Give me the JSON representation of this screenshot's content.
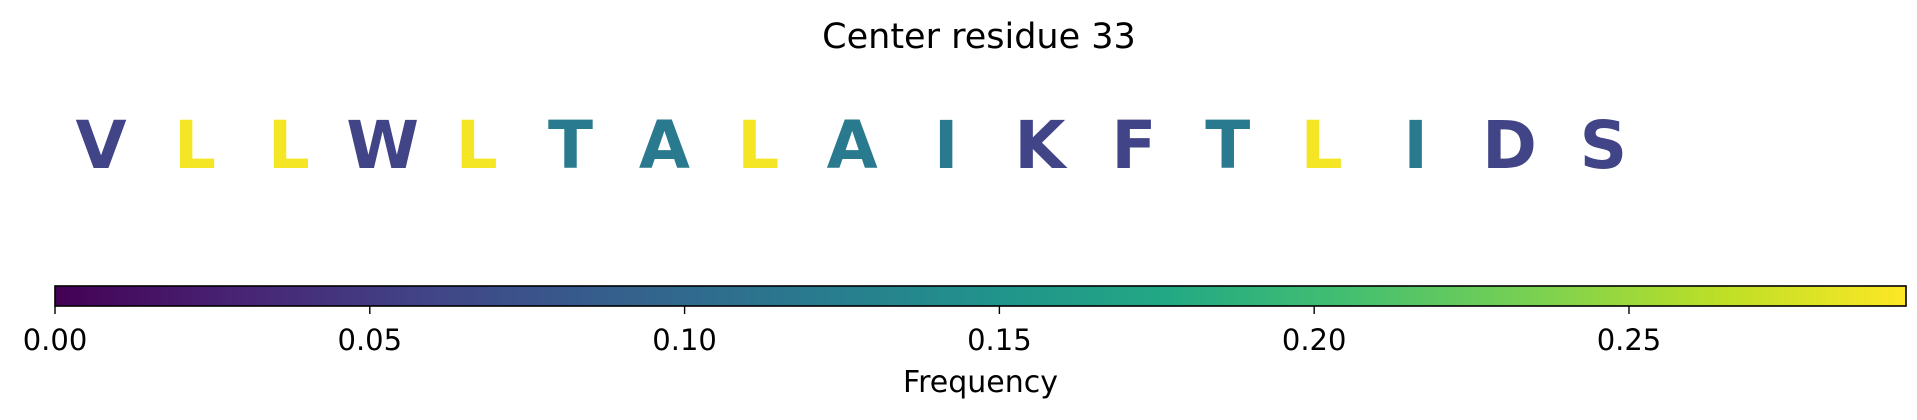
{
  "chart_data": {
    "type": "sequence-colored-letters",
    "title": "Center residue 33",
    "residues": [
      {
        "letter": "V",
        "frequency": 0.06
      },
      {
        "letter": "L",
        "frequency": 0.29
      },
      {
        "letter": "L",
        "frequency": 0.29
      },
      {
        "letter": "W",
        "frequency": 0.06
      },
      {
        "letter": "L",
        "frequency": 0.29
      },
      {
        "letter": "T",
        "frequency": 0.12
      },
      {
        "letter": "A",
        "frequency": 0.12
      },
      {
        "letter": "L",
        "frequency": 0.29
      },
      {
        "letter": "A",
        "frequency": 0.12
      },
      {
        "letter": "I",
        "frequency": 0.12
      },
      {
        "letter": "K",
        "frequency": 0.06
      },
      {
        "letter": "F",
        "frequency": 0.06
      },
      {
        "letter": "T",
        "frequency": 0.12
      },
      {
        "letter": "L",
        "frequency": 0.29
      },
      {
        "letter": "I",
        "frequency": 0.12
      },
      {
        "letter": "D",
        "frequency": 0.06
      },
      {
        "letter": "S",
        "frequency": 0.06
      }
    ],
    "colorbar": {
      "label": "Frequency",
      "colormap": "viridis",
      "range": [
        0,
        0.294
      ],
      "ticks": [
        0.0,
        0.05,
        0.1,
        0.15,
        0.2,
        0.25
      ],
      "tick_labels": [
        "0.00",
        "0.05",
        "0.10",
        "0.15",
        "0.20",
        "0.25"
      ]
    }
  }
}
